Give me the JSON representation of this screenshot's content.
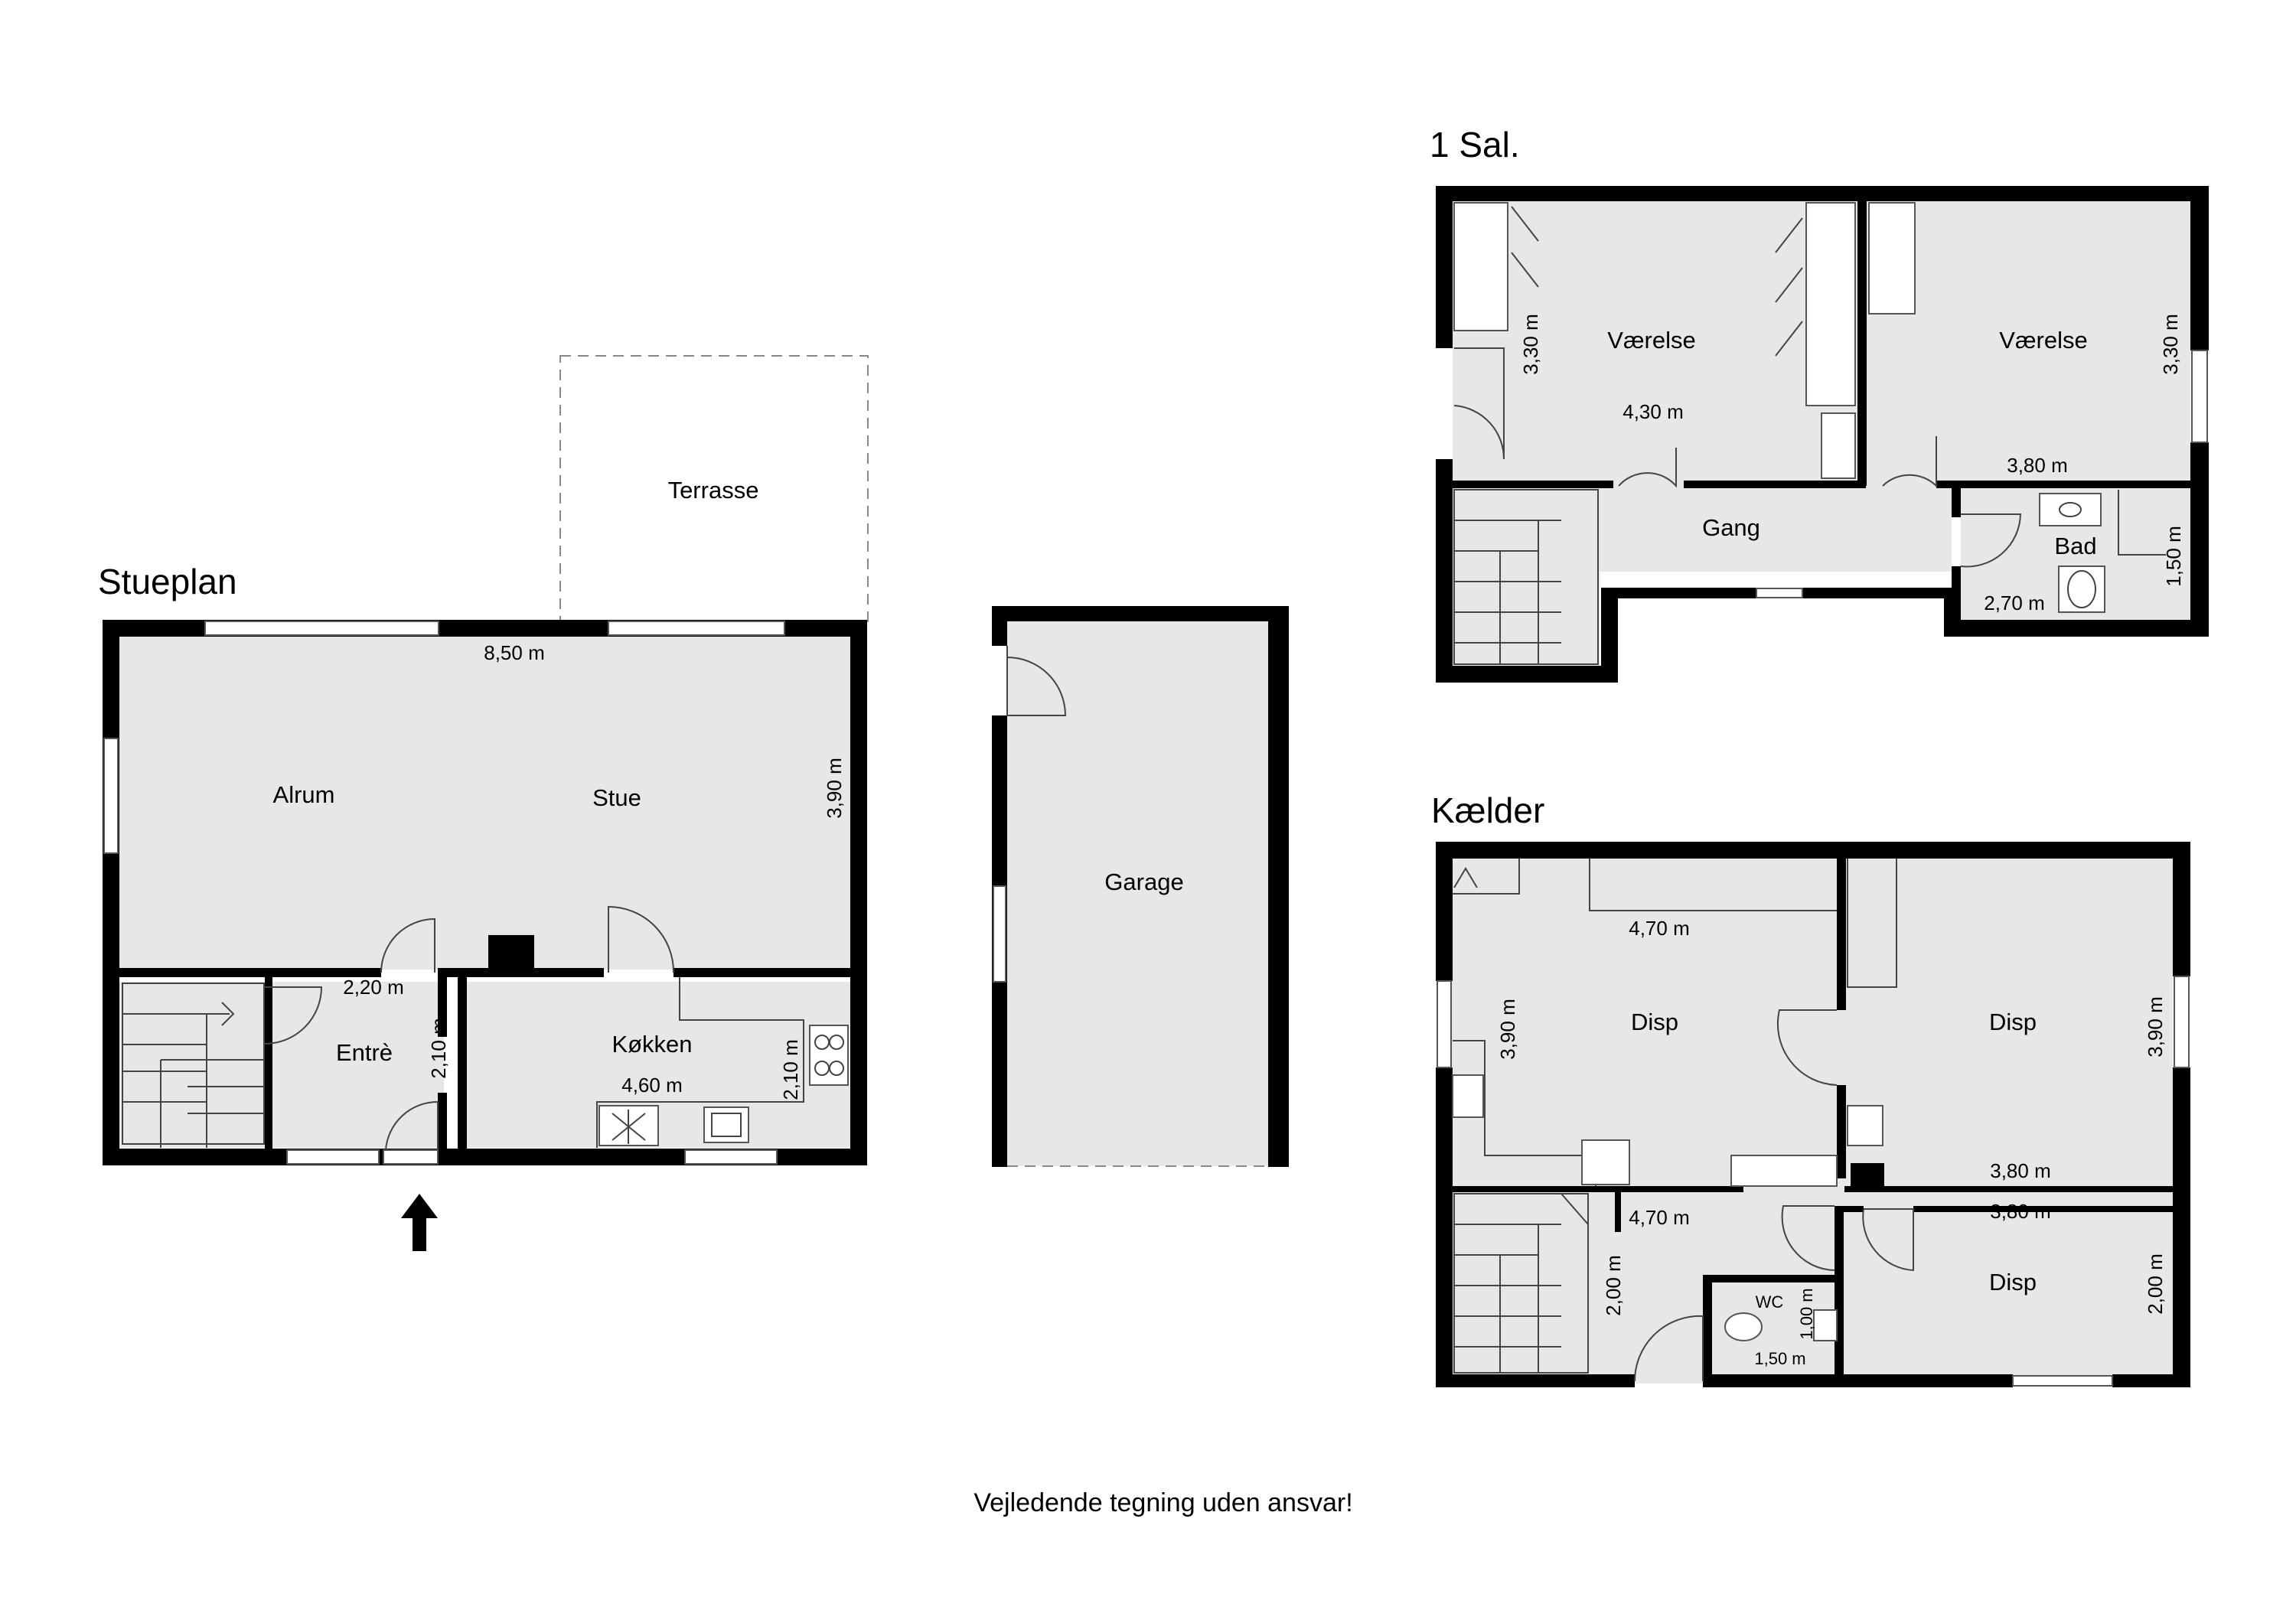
{
  "floors": {
    "stueplan": {
      "title": "Stueplan",
      "rooms": {
        "terrasse": "Terrasse",
        "alrum": "Alrum",
        "stue": "Stue",
        "entre": "Entrè",
        "kokken": "Køkken",
        "garage": "Garage"
      },
      "dims": {
        "width_top": "8,50 m",
        "height_right": "3,90 m",
        "entre_w": "2,20 m",
        "entre_h": "2,10 m",
        "kokken_w": "4,60 m",
        "kokken_h": "2,10 m"
      }
    },
    "sal": {
      "title": "1 Sal.",
      "rooms": {
        "vaerelse_1": "Værelse",
        "vaerelse_2": "Værelse",
        "gang": "Gang",
        "bad": "Bad"
      },
      "dims": {
        "v1_h": "3,30 m",
        "v1_w": "4,30 m",
        "v2_h": "3,30 m",
        "v2_w": "3,80 m",
        "bad_h": "1,50 m",
        "bad_w": "2,70 m"
      }
    },
    "kaelder": {
      "title": "Kælder",
      "rooms": {
        "disp_1": "Disp",
        "disp_2": "Disp",
        "disp_3": "Disp",
        "wc": "WC"
      },
      "dims": {
        "d1_w": "4,70 m",
        "d1_h": "3,90 m",
        "d2_h": "3,90 m",
        "d2_w": "3,80 m",
        "d3_w": "3,80 m",
        "d3_h": "2,00 m",
        "stair_w": "4,70 m",
        "stair_h": "2,00 m",
        "wc_h": "1,00 m",
        "wc_w": "1,50 m"
      }
    }
  },
  "footer": "Vejledende tegning uden ansvar!"
}
